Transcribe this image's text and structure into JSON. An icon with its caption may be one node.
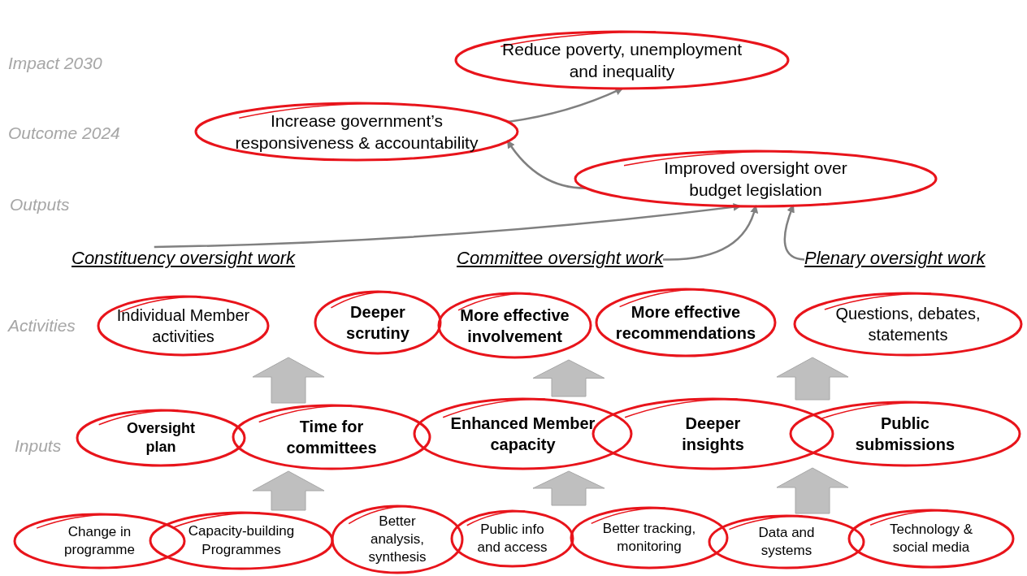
{
  "diagram": {
    "nodes": [
      {
        "text": [
          "Reduce poverty, unemployment and inequality"
        ]
      },
      {
        "text": [
          "Increase government’s responsiveness & accountability"
        ]
      },
      {
        "text": [
          "Improved oversight over budget legislation"
        ]
      },
      {
        "text": [
          "Constituency oversight work"
        ]
      },
      {
        "text": [
          "Committee oversight work"
        ]
      },
      {
        "text": [
          "Plenary oversight work"
        ]
      },
      {
        "text": [
          "Individual Member activities"
        ]
      },
      {
        "text": [
          "Deeper scrutiny"
        ]
      },
      {
        "text": [
          "More effective involvement"
        ]
      },
      {
        "text": [
          "More effective recommendations"
        ]
      },
      {
        "text": [
          "Questions, debates, statements"
        ]
      },
      {
        "text": [
          "Oversight plan"
        ]
      },
      {
        "text": [
          "Time for committees"
        ]
      },
      {
        "text": [
          "Enhanced Member capacity"
        ]
      },
      {
        "text": [
          "Deeper insights"
        ]
      },
      {
        "text": [
          "Public submissions"
        ]
      },
      {
        "text": [
          "Change in programme"
        ]
      },
      {
        "text": [
          "Capacity-building Programmes"
        ]
      },
      {
        "text": [
          "Better analysis, synthesis"
        ]
      },
      {
        "text": [
          "Public info and access"
        ]
      },
      {
        "text": [
          "Better tracking, monitoring"
        ]
      },
      {
        "text": [
          "Data and systems"
        ]
      },
      {
        "text": [
          "Technology & social media"
        ]
      }
    ],
    "edges": [
      {
        "from": 1,
        "to": 0,
        "arrow": "to"
      },
      {
        "from": 2,
        "to": 1,
        "arrow": "to"
      },
      {
        "from": 3,
        "to": 2,
        "arrow": "to"
      },
      {
        "from": 4,
        "to": 2,
        "arrow": "to"
      },
      {
        "from": 5,
        "to": 2,
        "arrow": "to"
      },
      {
        "from": 12,
        "to": 6,
        "arrow": "to",
        "style": "thick",
        "color": "#bfbfbf"
      },
      {
        "from": 13,
        "to": 8,
        "arrow": "to",
        "style": "thick",
        "color": "#bfbfbf"
      },
      {
        "from": 15,
        "to": 10,
        "arrow": "to",
        "style": "thick",
        "color": "#bfbfbf"
      },
      {
        "from": 17,
        "to": 12,
        "arrow": "to",
        "style": "thick",
        "color": "#bfbfbf"
      },
      {
        "from": 20,
        "to": 13,
        "arrow": "to",
        "style": "thick",
        "color": "#bfbfbf"
      },
      {
        "from": 21,
        "to": 15,
        "arrow": "to",
        "style": "thick",
        "color": "#bfbfbf"
      }
    ],
    "labels": [
      "Impact 2030",
      "Outcome 2024",
      "Outputs",
      "Activities",
      "Inputs"
    ]
  }
}
